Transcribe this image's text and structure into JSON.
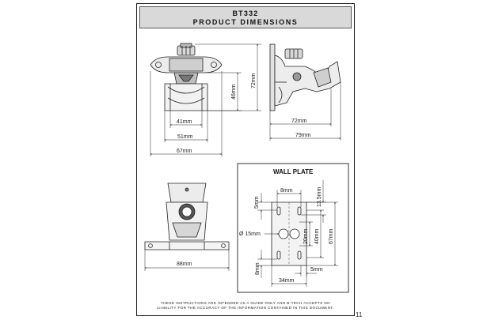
{
  "header": {
    "model": "BT332",
    "subtitle": "PRODUCT DIMENSIONS"
  },
  "front_view": {
    "dim_inner": "41mm",
    "dim_mid": "51mm",
    "dim_outer": "67mm",
    "dim_height_short": "46mm",
    "dim_height_total": "72mm"
  },
  "side_view": {
    "dim_depth_short": "72mm",
    "dim_depth_total": "79mm"
  },
  "top_view": {
    "dim_width": "88mm"
  },
  "wall_plate": {
    "title": "WALL PLATE",
    "dim_slot_width": "8mm",
    "dim_top_offset": "5mm",
    "dim_top_right": "13.5mm",
    "dim_hole_spacing": "20mm",
    "dim_mid_height": "40mm",
    "dim_plate_height": "67mm",
    "dim_hole_diameter": "Ø 15mm",
    "dim_bottom_left": "8mm",
    "dim_bottom_right": "5mm",
    "dim_bottom_width": "34mm"
  },
  "footer": {
    "disclaimer_line1": "THESE INSTRUCTIONS ARE INTENDED AS A GUIDE ONLY AND B-TECH ACCEPTS NO",
    "disclaimer_line2": "LIABILITY FOR THE ACCURACY OF THE INFORMATION CONTAINED IN THIS DOCUMENT.",
    "page_number": "11"
  },
  "colors": {
    "line": "#222222",
    "title_bg": "#d9d9d9",
    "part_fill": "#cfcfcf",
    "dark_fill": "#555555"
  }
}
